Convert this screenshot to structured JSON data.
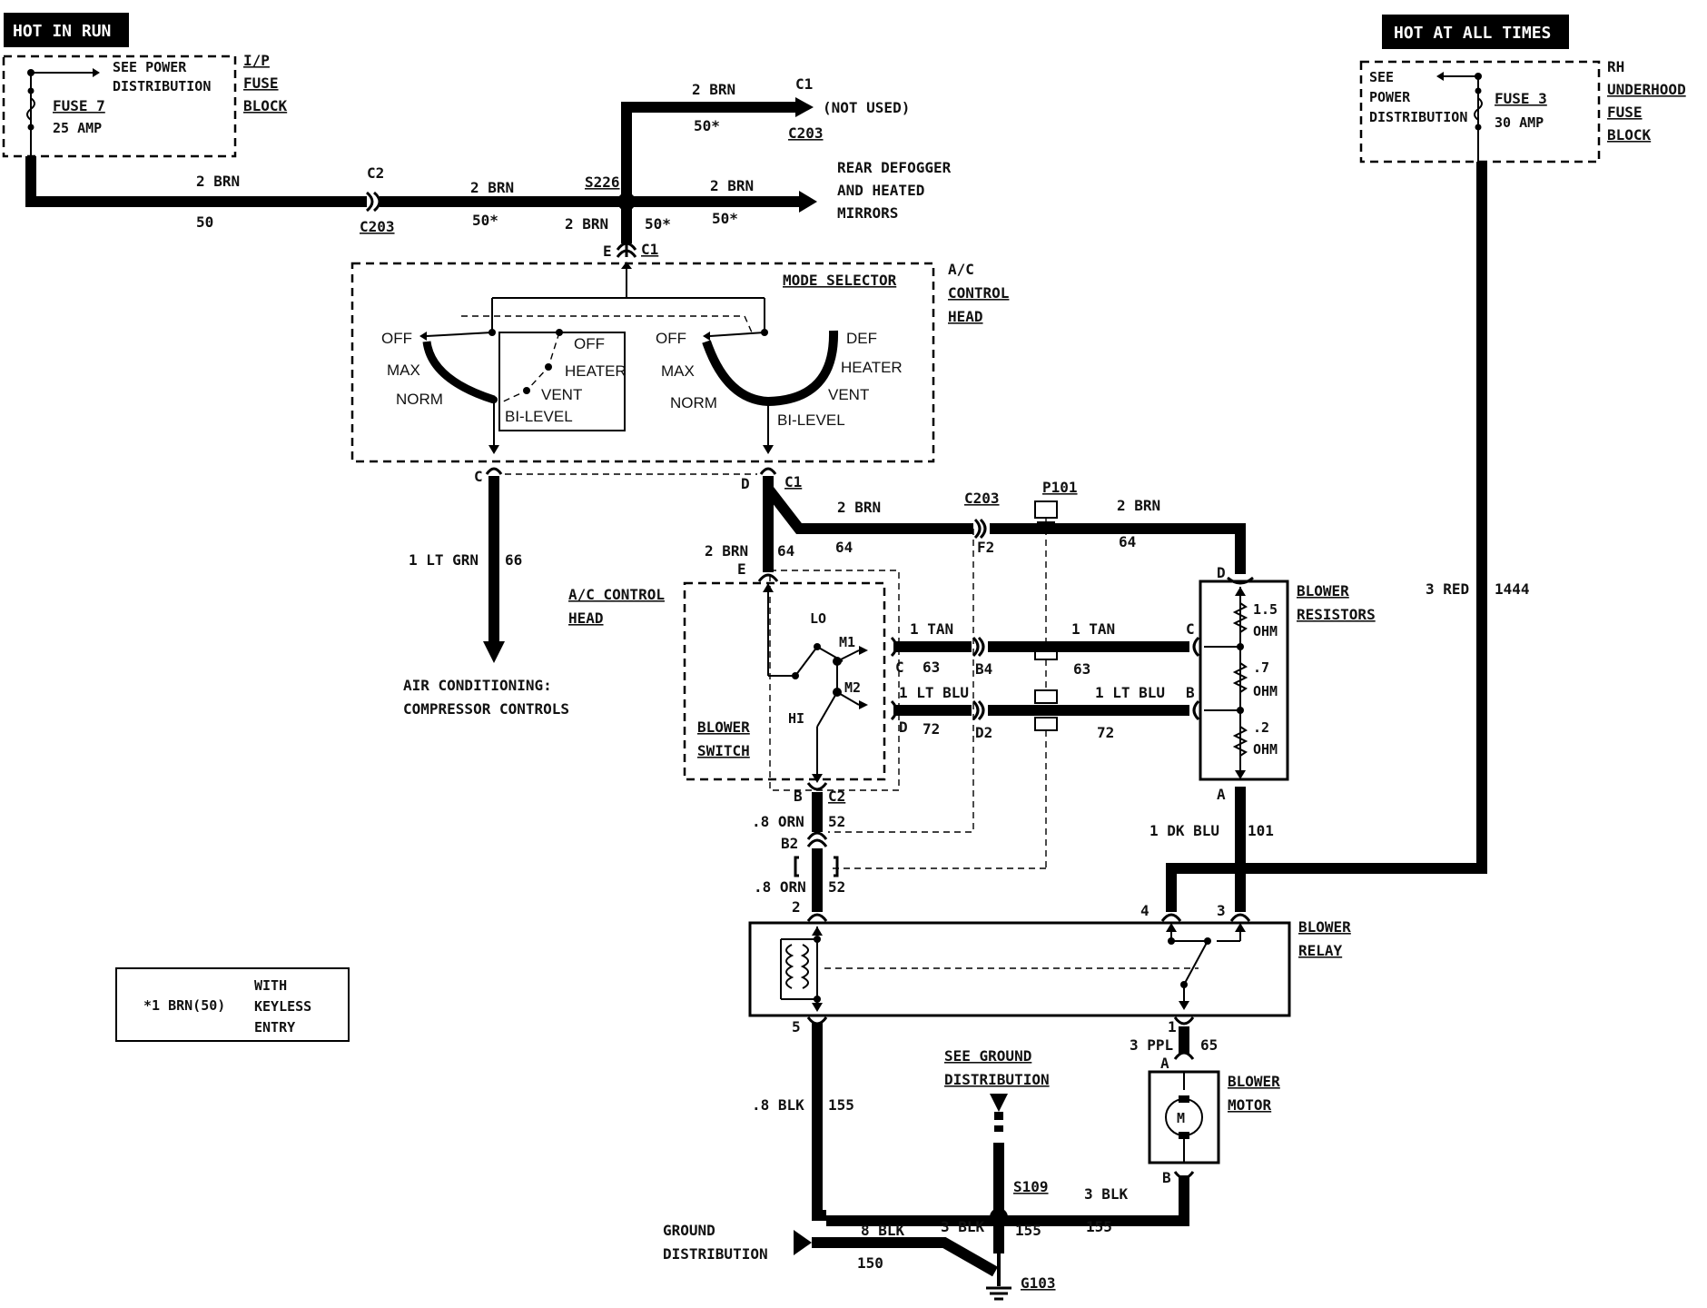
{
  "banners": {
    "hot_in_run": "HOT IN RUN",
    "hot_at_all_times": "HOT AT ALL TIMES"
  },
  "ip_fuse_block": {
    "see_power": "SEE POWER",
    "distribution": "DISTRIBUTION",
    "fuse": "FUSE 7",
    "amp": "25 AMP",
    "name_line1": "I/P",
    "name_line2": "FUSE",
    "name_line3": "BLOCK"
  },
  "rh_fuse_block": {
    "see": "SEE",
    "power": "POWER",
    "distribution": "DISTRIBUTION",
    "fuse": "FUSE 3",
    "amp": "30 AMP",
    "name_line1": "RH",
    "name_line2": "UNDERHOOD",
    "name_line3": "FUSE",
    "name_line4": "BLOCK"
  },
  "top_wires": {
    "w1_color": "2 BRN",
    "w1_circuit": "50",
    "c2": "C2",
    "c203": "C203",
    "w2_color": "2 BRN",
    "w2_circuit": "50*",
    "s226": "S226",
    "w3_color": "2 BRN",
    "w3_circuit": "50*",
    "up_color": "2 BRN",
    "up_circuit": "50*",
    "up_c1": "C1",
    "not_used": "(NOT USED)",
    "up_c203": "C203",
    "drop_color": "2 BRN",
    "drop_circuit": "50*",
    "rear_line1": "REAR DEFOGGER",
    "rear_line2": "AND HEATED",
    "rear_line3": "MIRRORS",
    "pin_e": "E",
    "pin_c1": "C1"
  },
  "mode_selector": {
    "title": "MODE SELECTOR",
    "head_line1": "A/C",
    "head_line2": "CONTROL",
    "head_line3": "HEAD",
    "left": {
      "off": "OFF",
      "max": "MAX",
      "norm": "NORM",
      "off2": "OFF",
      "heater": "HEATER",
      "vent": "VENT",
      "bilevel": "BI-LEVEL"
    },
    "right": {
      "off": "OFF",
      "max": "MAX",
      "norm": "NORM",
      "def": "DEF",
      "heater": "HEATER",
      "vent": "VENT",
      "bilevel": "BI-LEVEL"
    },
    "pin_c": "C",
    "pin_d": "D",
    "pin_c1": "C1"
  },
  "ac_branch": {
    "color": "1 LT GRN",
    "circuit": "66",
    "dest_line1": "AIR CONDITIONING:",
    "dest_line2": "COMPRESSOR CONTROLS"
  },
  "d_branch": {
    "color_a": "2 BRN",
    "circuit_a": "64",
    "circuit_b": "64",
    "color_b": "2 BRN",
    "c203": "C203",
    "p101": "P101",
    "f2": "F2",
    "color_c": "2 BRN",
    "circuit_c": "64",
    "pin_e": "E"
  },
  "blower_switch": {
    "head_line1": "A/C CONTROL",
    "head_line2": "HEAD",
    "lo": "LO",
    "m1": "M1",
    "m2": "M2",
    "hi": "HI",
    "name_line1": "BLOWER",
    "name_line2": "SWITCH",
    "pin_c": "C",
    "pin_d": "D",
    "pin_b": "B",
    "c2": "C2"
  },
  "speed_wires": {
    "tan_color": "1 TAN",
    "tan_circuit": "63",
    "b4": "B4",
    "tan_color2": "1 TAN",
    "tan_circuit2": "63",
    "blu_color": "1 LT BLU",
    "blu_circuit": "72",
    "d2": "D2",
    "blu_color2": "1 LT BLU",
    "blu_circuit2": "72"
  },
  "blower_resistors": {
    "name_line1": "BLOWER",
    "name_line2": "RESISTORS",
    "r1": "1.5",
    "r1u": "OHM",
    "r2": ".7",
    "r2u": "OHM",
    "r3": ".2",
    "r3u": "OHM",
    "pin_d": "D",
    "pin_c": "C",
    "pin_b": "B",
    "pin_a": "A"
  },
  "red_wire": {
    "color": "3 RED",
    "circuit": "1444"
  },
  "relay_feed": {
    "orn_color": ".8 ORN",
    "orn_circuit": "52",
    "b2": "B2",
    "orn_color2": ".8 ORN",
    "orn_circuit2": "52",
    "dkblu_color": "1 DK BLU",
    "dkblu_circuit": "101",
    "pin2": "2",
    "pin4": "4",
    "pin3": "3"
  },
  "blower_relay": {
    "name_line1": "BLOWER",
    "name_line2": "RELAY",
    "pin5": "5",
    "pin1": "1"
  },
  "motor": {
    "ppl_color": "3 PPL",
    "ppl_circuit": "65",
    "pin_a": "A",
    "pin_b": "B",
    "symbol": "M",
    "name_line1": "BLOWER",
    "name_line2": "MOTOR"
  },
  "ground": {
    "blk_color": ".8 BLK",
    "blk_circuit": "155",
    "see_line1": "SEE GROUND",
    "see_line2": "DISTRIBUTION",
    "s109": "S109",
    "blk3_color": "3 BLK",
    "blk3_circuit": "155",
    "blk3b_color": "3 BLK",
    "blk3b_circuit": "155",
    "blk8_color": "8 BLK",
    "blk8_circuit": "150",
    "gd_line1": "GROUND",
    "gd_line2": "DISTRIBUTION",
    "g103": "G103"
  },
  "note": {
    "key": "*1 BRN(50)",
    "line1": "WITH",
    "line2": "KEYLESS",
    "line3": "ENTRY"
  }
}
